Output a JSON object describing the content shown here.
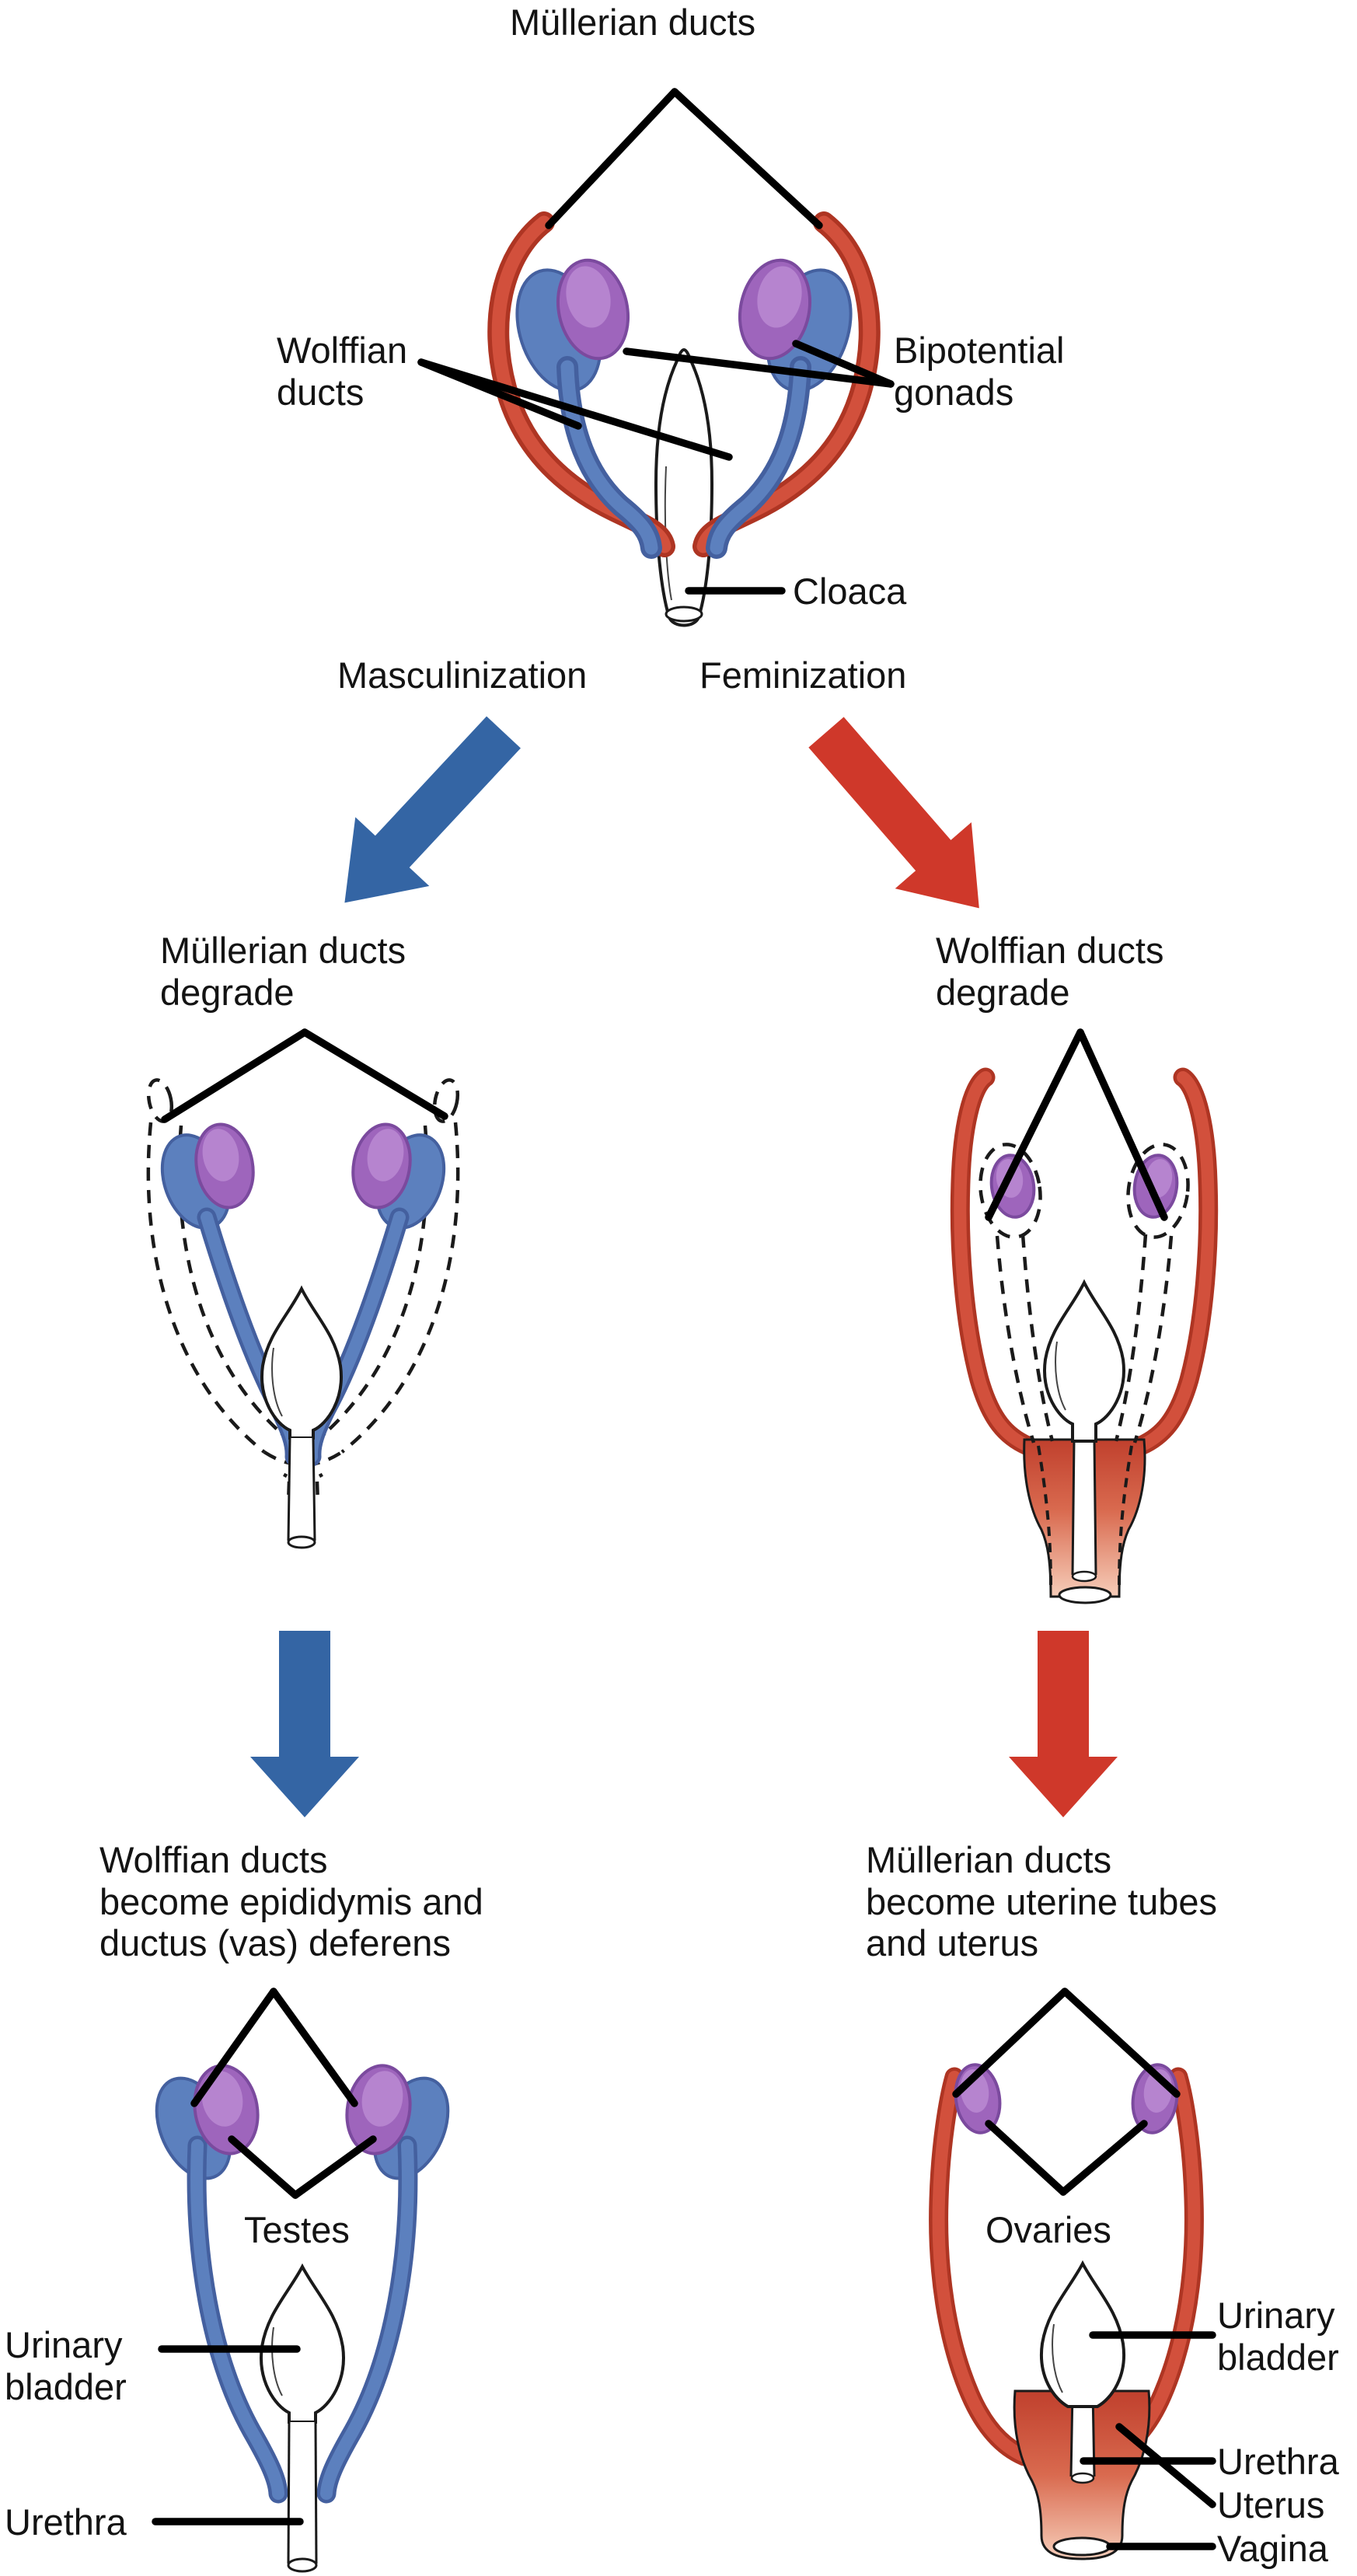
{
  "figure": {
    "stage1": {
      "mullerian_ducts": "Müllerian ducts",
      "wolffian_ducts": "Wolffian\nducts",
      "bipotential_gonads": "Bipotential\ngonads",
      "cloaca": "Cloaca"
    },
    "pathways": {
      "masculinization": "Masculinization",
      "feminization": "Feminization"
    },
    "stage2": {
      "male": "Müllerian ducts\ndegrade",
      "female": "Wolffian ducts\ndegrade"
    },
    "stage3": {
      "male_heading": "Wolffian ducts\nbecome epididymis and\nductus (vas) deferens",
      "female_heading": "Müllerian ducts\nbecome uterine tubes\nand uterus",
      "testes": "Testes",
      "ovaries": "Ovaries",
      "male_urinary_bladder": "Urinary\nbladder",
      "male_urethra": "Urethra",
      "female_urinary_bladder": "Urinary\nbladder",
      "female_urethra": "Urethra",
      "uterus": "Uterus",
      "vagina": "Vagina"
    },
    "colors": {
      "mullerian_duct_red": "#D2503C",
      "wolffian_duct_blue": "#5C80BE",
      "gonad_purple": "#9E65BC",
      "masculinization_arrow": "#3465A4",
      "feminization_arrow": "#CF382A",
      "leader_line": "#000000"
    }
  }
}
